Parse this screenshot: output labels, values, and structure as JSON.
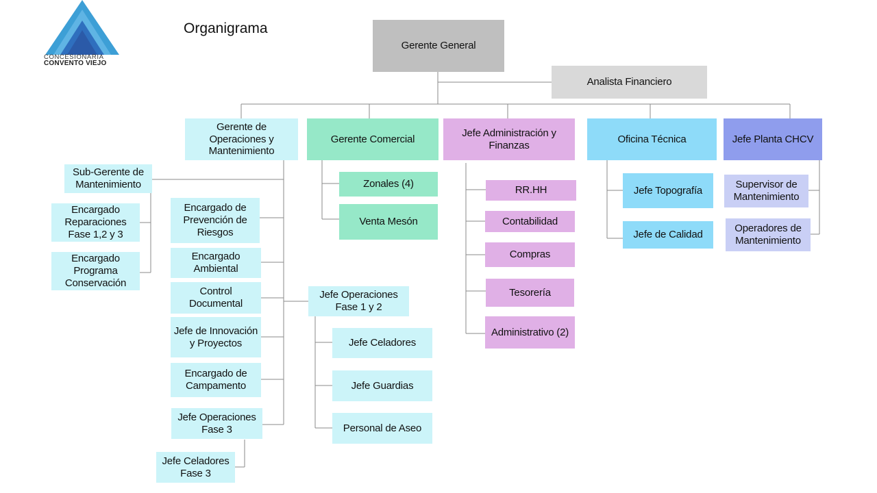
{
  "title": "Organigrama",
  "logo": {
    "line1": "CONCESIONARIA",
    "line2": "CONVENTO VIEJO"
  },
  "nodes": {
    "gerente_general": "Gerente General",
    "analista_financiero": "Analista  Financiero",
    "gerente_operaciones": "Gerente de Operaciones y Mantenimiento",
    "gerente_comercial": "Gerente Comercial",
    "jefe_administracion": "Jefe Administración y Finanzas",
    "oficina_tecnica": "Oficina Técnica",
    "jefe_planta": "Jefe Planta CHCV",
    "sub_gerente_mantenimiento": "Sub-Gerente de Mantenimiento",
    "encargado_reparaciones": "Encargado Reparaciones Fase 1,2 y 3",
    "encargado_programa": "Encargado Programa Conservación",
    "encargado_prevencion": "Encargado de Prevención de Riesgos",
    "encargado_ambiental": "Encargado Ambiental",
    "control_documental": "Control Documental",
    "jefe_innovacion": "Jefe de Innovación y Proyectos",
    "encargado_campamento": "Encargado de Campamento",
    "jefe_operaciones_fase3": "Jefe Operaciones Fase 3",
    "jefe_celadores_fase3": "Jefe Celadores Fase 3",
    "jefe_operaciones_fase12": "Jefe Operaciones Fase 1 y 2",
    "jefe_celadores": "Jefe Celadores",
    "jefe_guardias": "Jefe Guardias",
    "personal_aseo": "Personal de Aseo",
    "zonales": "Zonales (4)",
    "venta_meson": "Venta Mesón",
    "rrhh": "RR.HH",
    "contabilidad": "Contabilidad",
    "compras": "Compras",
    "tesoreria": "Tesorería",
    "administrativo": "Administrativo (2)",
    "jefe_topografia": "Jefe Topografía",
    "jefe_calidad": "Jefe de Calidad",
    "supervisor_mantenimiento": "Supervisor de Mantenimiento",
    "operadores_mantenimiento": "Operadores de Mantenimiento"
  },
  "colors": {
    "top": "#bfbfbf",
    "staff": "#d9d9d9",
    "operaciones": "#ccf4f9",
    "comercial": "#96e8c8",
    "administracion": "#e0b0e6",
    "tecnica": "#8edbf9",
    "planta": "#8f9ded",
    "planta_sub": "#c9cff5",
    "connector": "#8a8a8a"
  }
}
